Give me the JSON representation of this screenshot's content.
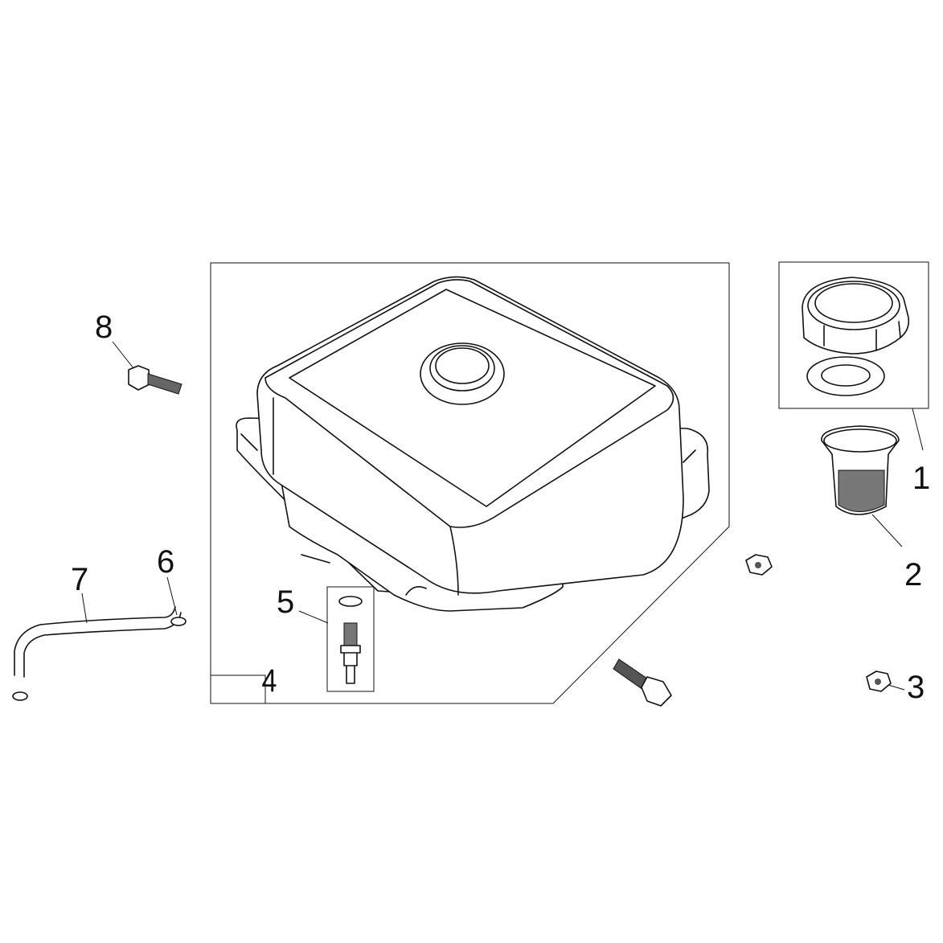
{
  "diagram": {
    "type": "exploded parts diagram",
    "callouts": [
      {
        "id": "1",
        "label": "1"
      },
      {
        "id": "2",
        "label": "2"
      },
      {
        "id": "3",
        "label": "3"
      },
      {
        "id": "4",
        "label": "4"
      },
      {
        "id": "5",
        "label": "5"
      },
      {
        "id": "6",
        "label": "6"
      },
      {
        "id": "7",
        "label": "7"
      },
      {
        "id": "8",
        "label": "8"
      }
    ]
  }
}
